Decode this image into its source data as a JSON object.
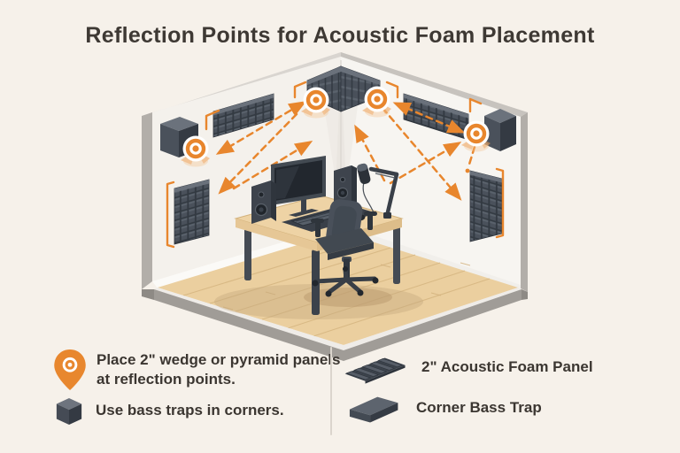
{
  "title": "Reflection Points for Acoustic Foam Placement",
  "legend": {
    "notes": [
      {
        "icon": "location-pin-icon",
        "line1": "Place 2\" wedge or pyramid panels",
        "line2": "at reflection points."
      },
      {
        "icon": "bass-trap-cube-icon",
        "line1": "Use bass traps in corners."
      }
    ],
    "items": [
      {
        "icon": "foam-panel-icon",
        "label": "2\" Acoustic Foam Panel"
      },
      {
        "icon": "corner-bass-trap-icon",
        "label": "Corner Bass Trap"
      }
    ]
  },
  "diagram": {
    "reflection_point_count": 4,
    "bass_trap_count": 2,
    "foam_panel_count": 5,
    "room_items": [
      "desk",
      "monitor",
      "studio-speakers",
      "microphone-boom-arm",
      "office-chair",
      "wood-floor"
    ]
  },
  "colors": {
    "background": "#f6f1ea",
    "accent_orange": "#e8862d",
    "foam_dark": "#474d56",
    "wood": "#ebcf9f",
    "text": "#3b3631"
  }
}
